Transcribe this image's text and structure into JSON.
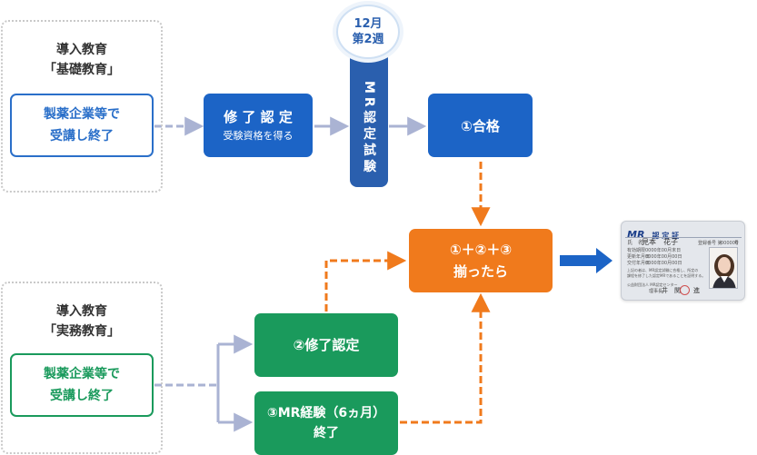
{
  "group_top": {
    "title_line1": "導入教育",
    "title_line2": "「基礎教育」"
  },
  "group_bottom": {
    "title_line1": "導入教育",
    "title_line2": "「実務教育」"
  },
  "box_basic_complete": {
    "line1": "製薬企業等で",
    "line2": "受講し終了"
  },
  "box_shuryo_nintei": {
    "title": "修 了 認 定",
    "subtitle": "受験資格を得る"
  },
  "exam_date": {
    "line1": "12月",
    "line2": "第2週"
  },
  "exam_column": {
    "label": "MR認定試験"
  },
  "box_pass": {
    "label": "①合格"
  },
  "box_all_complete": {
    "line1": "①＋②＋③",
    "line2": "揃ったら"
  },
  "box_practical_complete": {
    "line1": "製薬企業等で",
    "line2": "受講し終了"
  },
  "box_completion_cert": {
    "label": "②修了認定"
  },
  "box_mr_experience": {
    "line1": "③MR経験（6ヵ月）",
    "line2": "終了"
  },
  "card": {
    "logo": "MR",
    "title": "認 定 証",
    "name_label": "氏　名",
    "name_value": "見本　花子",
    "reg_label": "登録番号 第",
    "reg_value": "000000",
    "reg_suffix": "号",
    "row1_label": "有効期限",
    "row1_value": "0000年00月末日",
    "row2_label": "更新年月日",
    "row2_value": "0000年00月00日",
    "row3_label": "交付年月日",
    "row3_value": "0000年00月00日",
    "note_line1": "上記の者は、MR認定試験に合格し、所定の",
    "note_line2": "課程を修了した認定MRであることを証明する。",
    "org": "公益財団法人 MR認定センター",
    "chair_label": "理事長",
    "chair_value": "井　関　　進"
  },
  "colors": {
    "blue": "#2a6fc9",
    "dark_blue": "#1c64c6",
    "green": "#1a9a5c",
    "orange": "#f07a1c",
    "connector_gray": "#aab3d3"
  }
}
